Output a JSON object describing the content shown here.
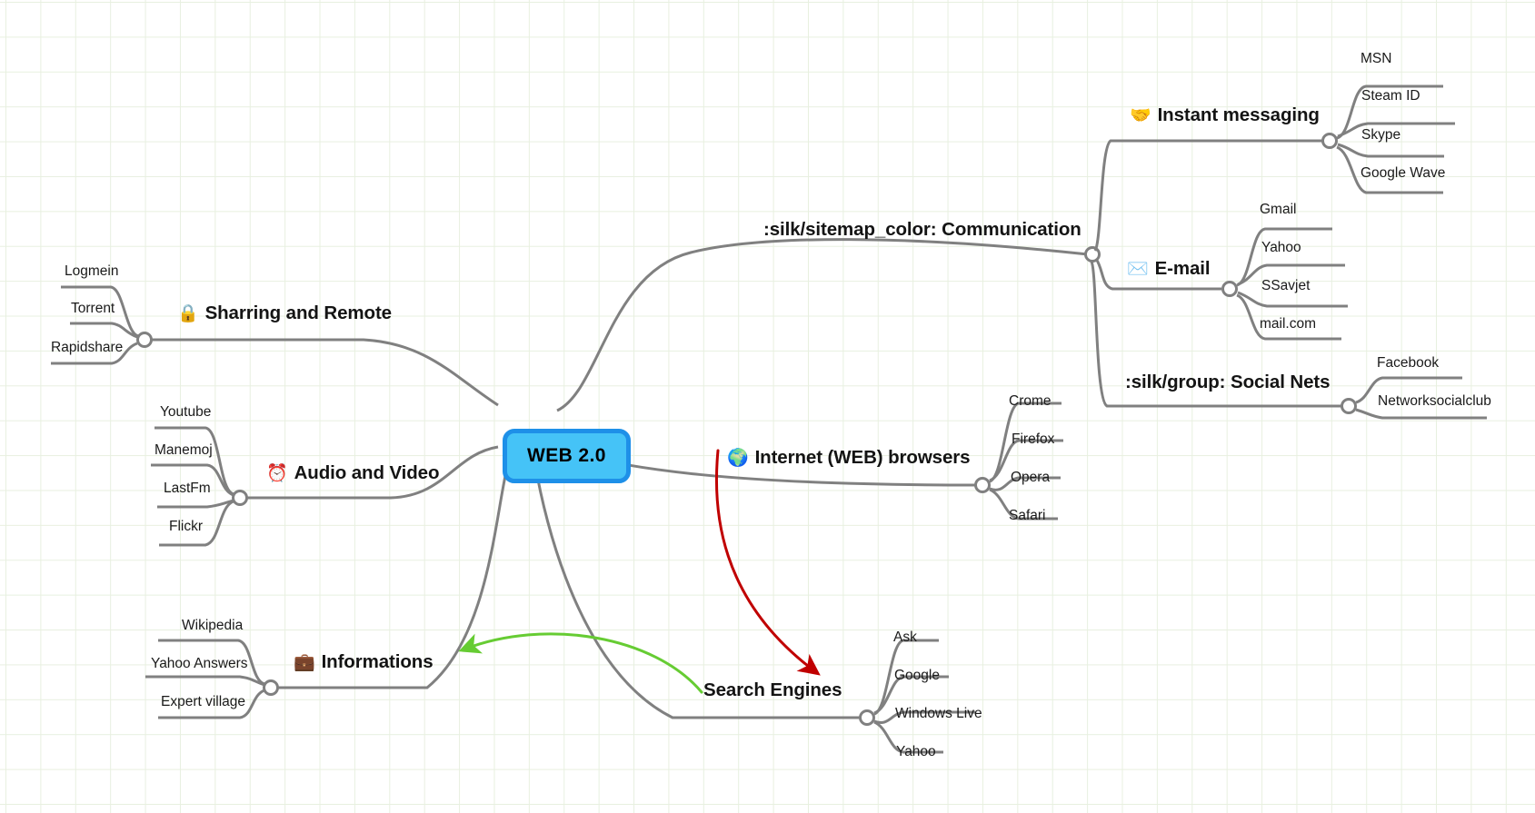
{
  "document": {
    "type": "mind-map",
    "title": "WEB 2.0",
    "background": "#ffffff",
    "grid_color": "#e8f0e0",
    "branch_stroke": "#808080"
  },
  "root": {
    "label": "WEB 2.0",
    "fill": "#45c3f7",
    "border": "#1e90e8"
  },
  "branches": [
    {
      "id": "communication",
      "label": ":silk/sitemap_color: Communication",
      "icon": "",
      "children": [
        {
          "id": "instant-messaging",
          "label": "Instant messaging",
          "icon": "handshake-icon",
          "glyph": "🤝",
          "children": [
            "MSN",
            "Steam ID",
            "Skype",
            "Google Wave"
          ]
        },
        {
          "id": "email",
          "label": "E-mail",
          "icon": "envelope-icon",
          "glyph": "✉️",
          "children": [
            "Gmail",
            "Yahoo",
            "SSavjet",
            "mail.com"
          ]
        },
        {
          "id": "social-nets",
          "label": ":silk/group: Social Nets",
          "icon": "",
          "glyph": "",
          "children": [
            "Facebook",
            "Networksocialclub"
          ]
        }
      ]
    },
    {
      "id": "sharring-and-remote",
      "label": "Sharring and Remote",
      "icon": "lock-icon",
      "glyph": "🔒",
      "children": [
        "Logmein",
        "Torrent",
        "Rapidshare"
      ]
    },
    {
      "id": "audio-and-video",
      "label": "Audio and Video",
      "icon": "alarm-clock-icon",
      "glyph": "⏰",
      "children": [
        "Youtube",
        "Manemoj",
        "LastFm",
        "Flickr"
      ]
    },
    {
      "id": "informations",
      "label": "Informations",
      "icon": "briefcase-icon",
      "glyph": "💼",
      "children": [
        "Wikipedia",
        "Yahoo Answers",
        "Expert village"
      ]
    },
    {
      "id": "internet-web-browsers",
      "label": "Internet (WEB) browsers",
      "icon": "globe-icon",
      "glyph": "🌍",
      "children": [
        "Crome",
        "Firefox",
        "Opera",
        "Safari"
      ]
    },
    {
      "id": "search-engines",
      "label": "Search Engines",
      "icon": "",
      "glyph": "",
      "children": [
        "Ask",
        "Google",
        "Windows Live",
        "Yahoo"
      ]
    }
  ],
  "annotations": [
    {
      "id": "red-arrow",
      "color": "#c00000",
      "from": "internet-web-browsers",
      "to": "search-engines"
    },
    {
      "id": "green-arrow",
      "color": "#66cc33",
      "from": "search-engines",
      "to": "informations"
    }
  ],
  "labels": {
    "communication": ":silk/sitemap_color: Communication",
    "instant_messaging": "Instant messaging",
    "email": "E-mail",
    "social_nets": ":silk/group: Social Nets",
    "sharring": "Sharring and Remote",
    "audio_video": "Audio and Video",
    "informations": "Informations",
    "browsers": "Internet (WEB) browsers",
    "search_engines": "Search Engines",
    "msn": "MSN",
    "steam_id": "Steam ID",
    "skype": "Skype",
    "google_wave": "Google Wave",
    "gmail": "Gmail",
    "yahoo_mail": "Yahoo",
    "ssavjet": "SSavjet",
    "mail_com": "mail.com",
    "facebook": "Facebook",
    "networksocialclub": "Networksocialclub",
    "logmein": "Logmein",
    "torrent": "Torrent",
    "rapidshare": "Rapidshare",
    "youtube": "Youtube",
    "manemoj": "Manemoj",
    "lastfm": "LastFm",
    "flickr": "Flickr",
    "wikipedia": "Wikipedia",
    "yahoo_answers": "Yahoo Answers",
    "expert_village": "Expert village",
    "crome": "Crome",
    "firefox": "Firefox",
    "opera": "Opera",
    "safari": "Safari",
    "ask": "Ask",
    "google": "Google",
    "windows_live": "Windows Live",
    "yahoo_search": "Yahoo"
  },
  "glyphs": {
    "handshake": "🤝",
    "envelope": "✉️",
    "lock": "🔒",
    "alarm": "⏰",
    "briefcase": "💼",
    "globe": "🌍"
  }
}
